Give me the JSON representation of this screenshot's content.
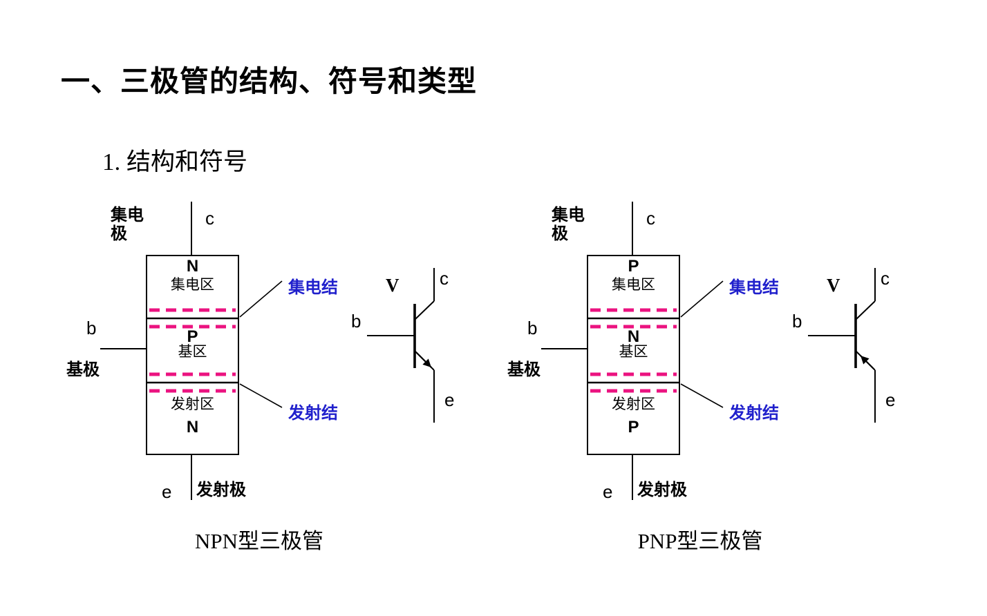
{
  "page": {
    "title": "一、三极管的结构、符号和类型",
    "subtitle": "1. 结构和符号"
  },
  "colors": {
    "junction_dash": "#eb1380",
    "junction_label_blue": "#2020cc"
  },
  "diagrams": [
    {
      "type": "NPN",
      "caption": "NPN型三极管",
      "labels": {
        "electrode_top_line1": "集电",
        "electrode_top_line2": "极",
        "electrode_base": "基极",
        "electrode_emitter": "发射极",
        "terminal_c": "c",
        "terminal_b": "b",
        "terminal_e": "e",
        "region_top_type": "N",
        "region_top_name": "集电区",
        "region_mid_type": "P",
        "region_mid_name": "基区",
        "region_bot_name": "发射区",
        "region_bot_type": "N",
        "junction_top": "集电结",
        "junction_bot": "发射结"
      },
      "symbol": {
        "designator": "V",
        "b": "b",
        "c": "c",
        "e": "e"
      }
    },
    {
      "type": "PNP",
      "caption": "PNP型三极管",
      "labels": {
        "electrode_top_line1": "集电",
        "electrode_top_line2": "极",
        "electrode_base": "基极",
        "electrode_emitter": "发射极",
        "terminal_c": "c",
        "terminal_b": "b",
        "terminal_e": "e",
        "region_top_type": "P",
        "region_top_name": "集电区",
        "region_mid_type": "N",
        "region_mid_name": "基区",
        "region_bot_name": "发射区",
        "region_bot_type": "P",
        "junction_top": "集电结",
        "junction_bot": "发射结"
      },
      "symbol": {
        "designator": "V",
        "b": "b",
        "c": "c",
        "e": "e"
      }
    }
  ]
}
